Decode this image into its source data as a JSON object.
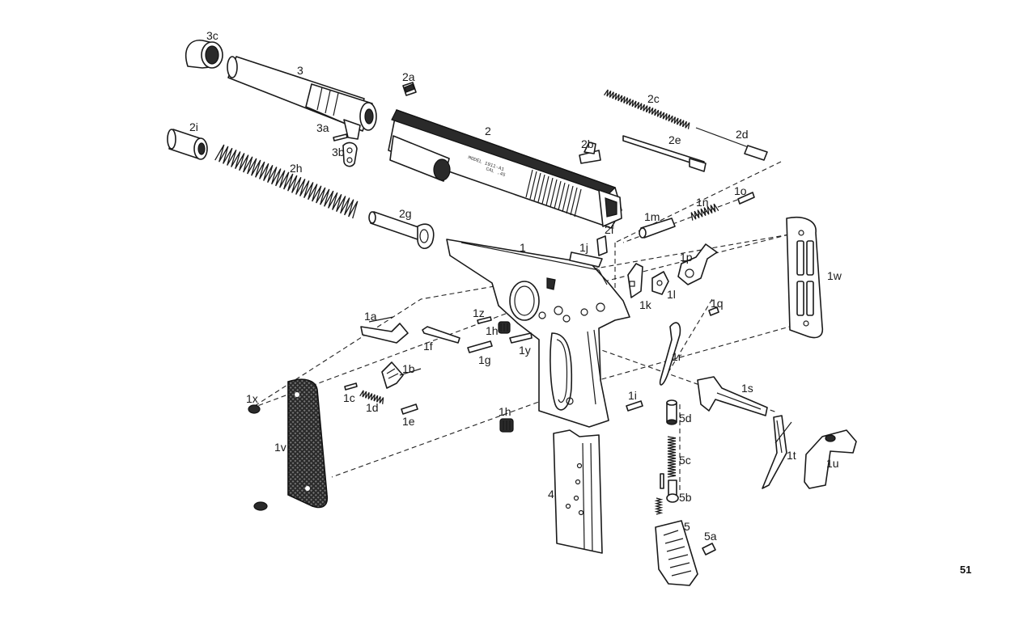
{
  "labels": {
    "p3c": "3c",
    "p3": "3",
    "p2a": "2a",
    "p2c": "2c",
    "p2i": "2i",
    "p3a": "3a",
    "p3b": "3b",
    "p2": "2",
    "p2b": "2b",
    "p2e": "2e",
    "p2d": "2d",
    "p2h": "2h",
    "p2g": "2g",
    "p1o": "1o",
    "p1n": "1n",
    "p1m": "1m",
    "p2f": "2f",
    "p1": "1",
    "p1j": "1j",
    "p1p": "1p",
    "p1w": "1w",
    "p1k": "1k",
    "p1l": "1l",
    "p1q": "1q",
    "p1a": "1a",
    "p1z": "1z",
    "p1hA": "1h",
    "p1f": "1f",
    "p1y": "1y",
    "p1g": "1g",
    "p1r": "1r",
    "p1b": "1b",
    "p1s": "1s",
    "p1x": "1x",
    "p1c": "1c",
    "p1d": "1d",
    "p1e": "1e",
    "p1i": "1i",
    "p1hB": "1h",
    "p5d": "5d",
    "p1v": "1v",
    "p1t": "1t",
    "p1u": "1u",
    "p5c": "5c",
    "p4": "4",
    "p5b": "5b",
    "p5": "5",
    "p5a": "5a"
  },
  "slide_markings": {
    "line1": "MODEL 1911-A1",
    "line2": "CAL .45"
  },
  "page_number": "51"
}
